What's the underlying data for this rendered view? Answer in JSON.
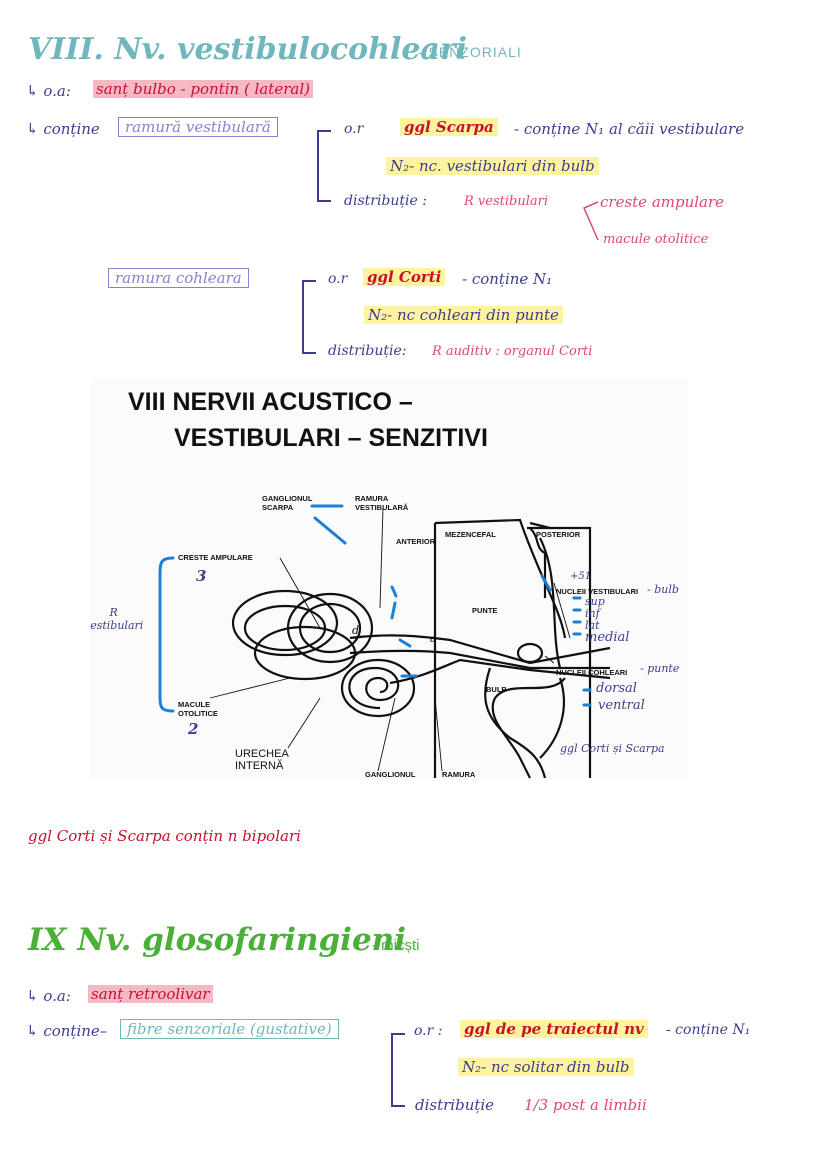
{
  "section8": {
    "roman": "VIII.",
    "title": "Nv. vestibulocohleari",
    "type": "- SENZORIALI",
    "ao_prefix": "↳ o.a:",
    "ao_value": "sanț bulbo - pontin ( lateral)",
    "contine_prefix": "↳ conține",
    "branch1": {
      "name": "ramură vestibulară",
      "or_label": "o.r",
      "or_value": "ggl Scarpa",
      "or_rest": "- conține N₁ al căii vestibulare",
      "n2": "N₂- nc. vestibulari din bulb",
      "distrib_label": "distribuție :",
      "distrib_value": "R vestibulari",
      "distrib_item1": "creste ampulare",
      "distrib_item2": "macule otolitice"
    },
    "branch2": {
      "name": "ramura cohleara",
      "or_label": "o.r",
      "or_value": "ggl Corti",
      "or_rest": "- conține N₁",
      "n2": "N₂- nc cohleari din punte",
      "distrib_label": "distribuție:",
      "distrib_value": "R auditiv : organul Corti"
    },
    "figure": {
      "title_line1": "VIII NERVII ACUSTICO –",
      "title_line2": "VESTIBULARI – SENZITIVI",
      "ganglion_scarpa": "GANGLIONUL\nSCARPA",
      "ramura_vestibulara": "RAMURA\nVESTIBULARĂ",
      "anterior": "ANTERIOR",
      "mezencefal": "MEZENCEFAL",
      "posterior": "POSTERIOR",
      "creste_ampulare": "CRESTE AMPULARE",
      "num3": "3",
      "r_vestibulari": "R\nvestibulari",
      "plus51": "+51",
      "nuclei_vestibulari": "NUCLEII VESTIBULARI",
      "bulb_note": "- bulb",
      "sup": "sup",
      "inf": "inf",
      "lat": "lat",
      "medial": "medial",
      "punte": "PUNTE",
      "nuclei_cohleari": "NUCLEII COHLEARI",
      "punte_note": "- punte",
      "dorsal": "dorsal",
      "ventral": "ventral",
      "bulb": "BULB",
      "macule_otolitice": "MACULE\nOTOLITICE",
      "num2": "2",
      "urechea_interna": "URECHEA\nINTERNĂ",
      "ganglionul": "GANGLIONUL",
      "ramura": "RAMURA",
      "ggl_note": "ggl Corti și Scarpa",
      "label_a": "a",
      "label_d": "d"
    },
    "note": "ggl Corti și Scarpa conțin n bipolari"
  },
  "section9": {
    "roman": "IX",
    "title": "Nv. glosofaringieni",
    "type": "- micști",
    "ao_prefix": "↳ o.a:",
    "ao_value": "sanț retroolivar",
    "contine_prefix": "↳ conține–",
    "branch1": {
      "name": "fibre senzoriale (gustative)",
      "or_label": "o.r :",
      "or_value": "ggl de pe traiectul nv",
      "or_rest": "- conține N₁",
      "n2": "N₂- nc solitar din bulb",
      "distrib_label": "distribuție",
      "distrib_value": "1/3 post a limbii"
    }
  }
}
